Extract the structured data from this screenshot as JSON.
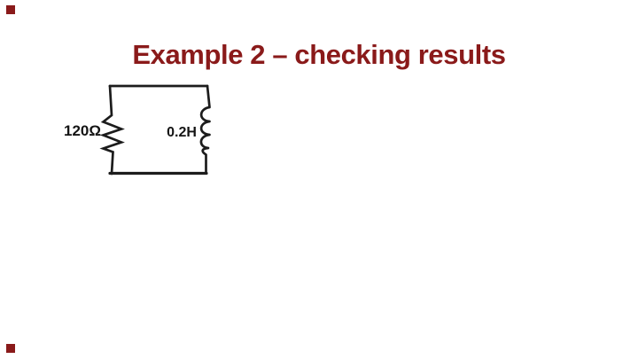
{
  "slide": {
    "title": "Example 2 – checking results",
    "title_color": "#8a1a1a",
    "background_color": "#ffffff",
    "corner_marker_color": "#8a1a1a"
  },
  "circuit": {
    "line_color": "#1c1c1c",
    "resistor_label": "120Ω",
    "inductor_label": "0.2H"
  }
}
